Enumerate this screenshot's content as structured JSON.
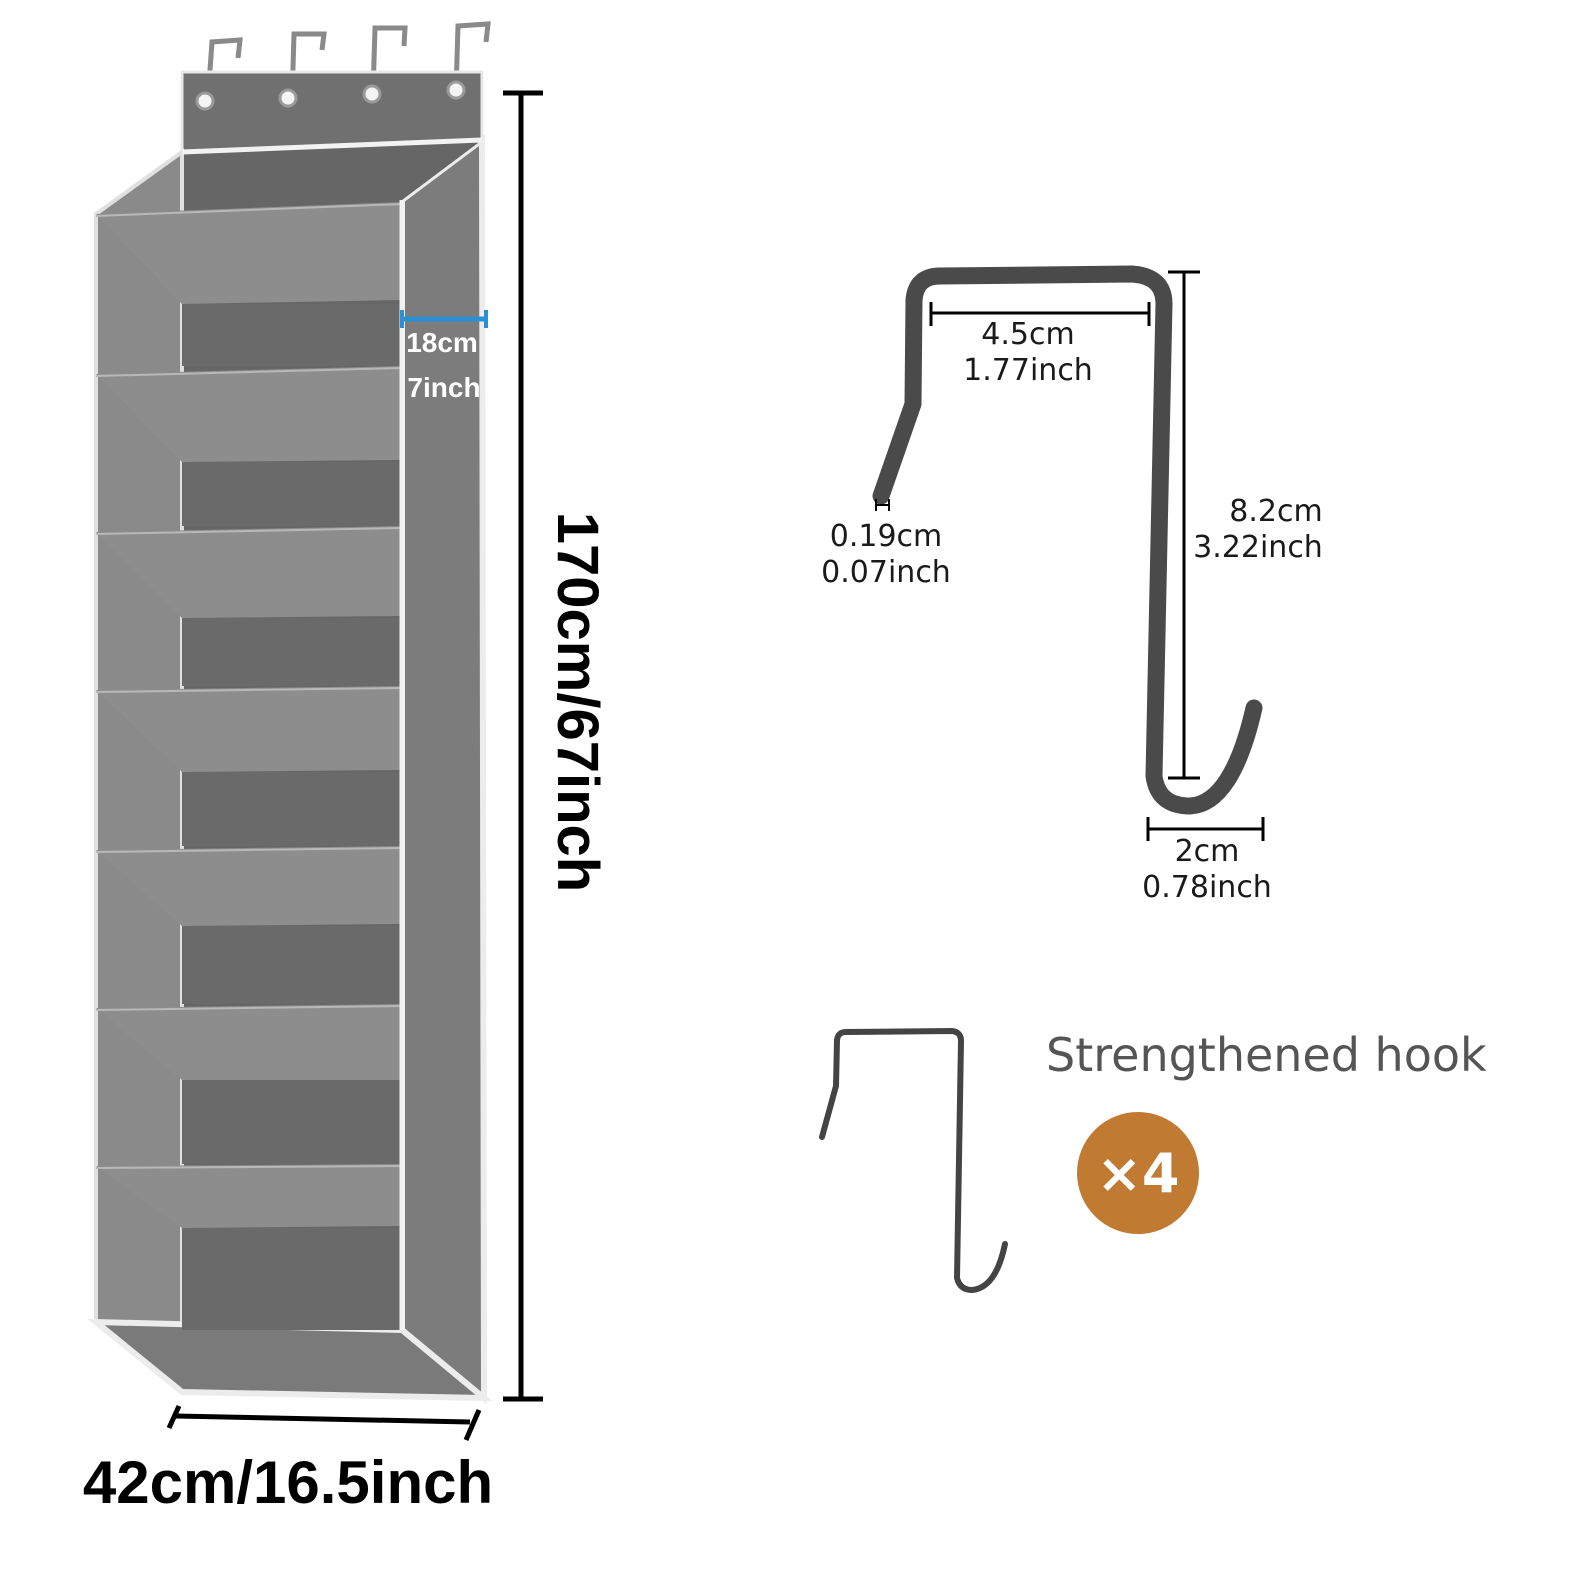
{
  "organizer": {
    "depth_label": {
      "cm": "18cm",
      "inch": "7inch"
    },
    "height_label": "170cm/67inch",
    "width_label": "42cm/16.5inch",
    "shelf_count": 7,
    "hanger_hook_count": 4
  },
  "hook_diagram": {
    "width": {
      "cm": "4.5cm",
      "inch": "1.77inch"
    },
    "thickness": {
      "cm": "0.19cm",
      "inch": "0.07inch"
    },
    "height": {
      "cm": "8.2cm",
      "inch": "3.22inch"
    },
    "bottom": {
      "cm": "2cm",
      "inch": "0.78inch"
    }
  },
  "feature": {
    "title": "Strengthened hook",
    "quantity": "×4"
  },
  "colors": {
    "fabric": "#7a7a7a",
    "fabric_dark": "#5e5e5e",
    "fabric_light": "#8c8c8c",
    "trim": "#ececec",
    "hook": "#4a4a4a",
    "depth_marker": "#2b8fd6",
    "badge": "#c17a31"
  }
}
